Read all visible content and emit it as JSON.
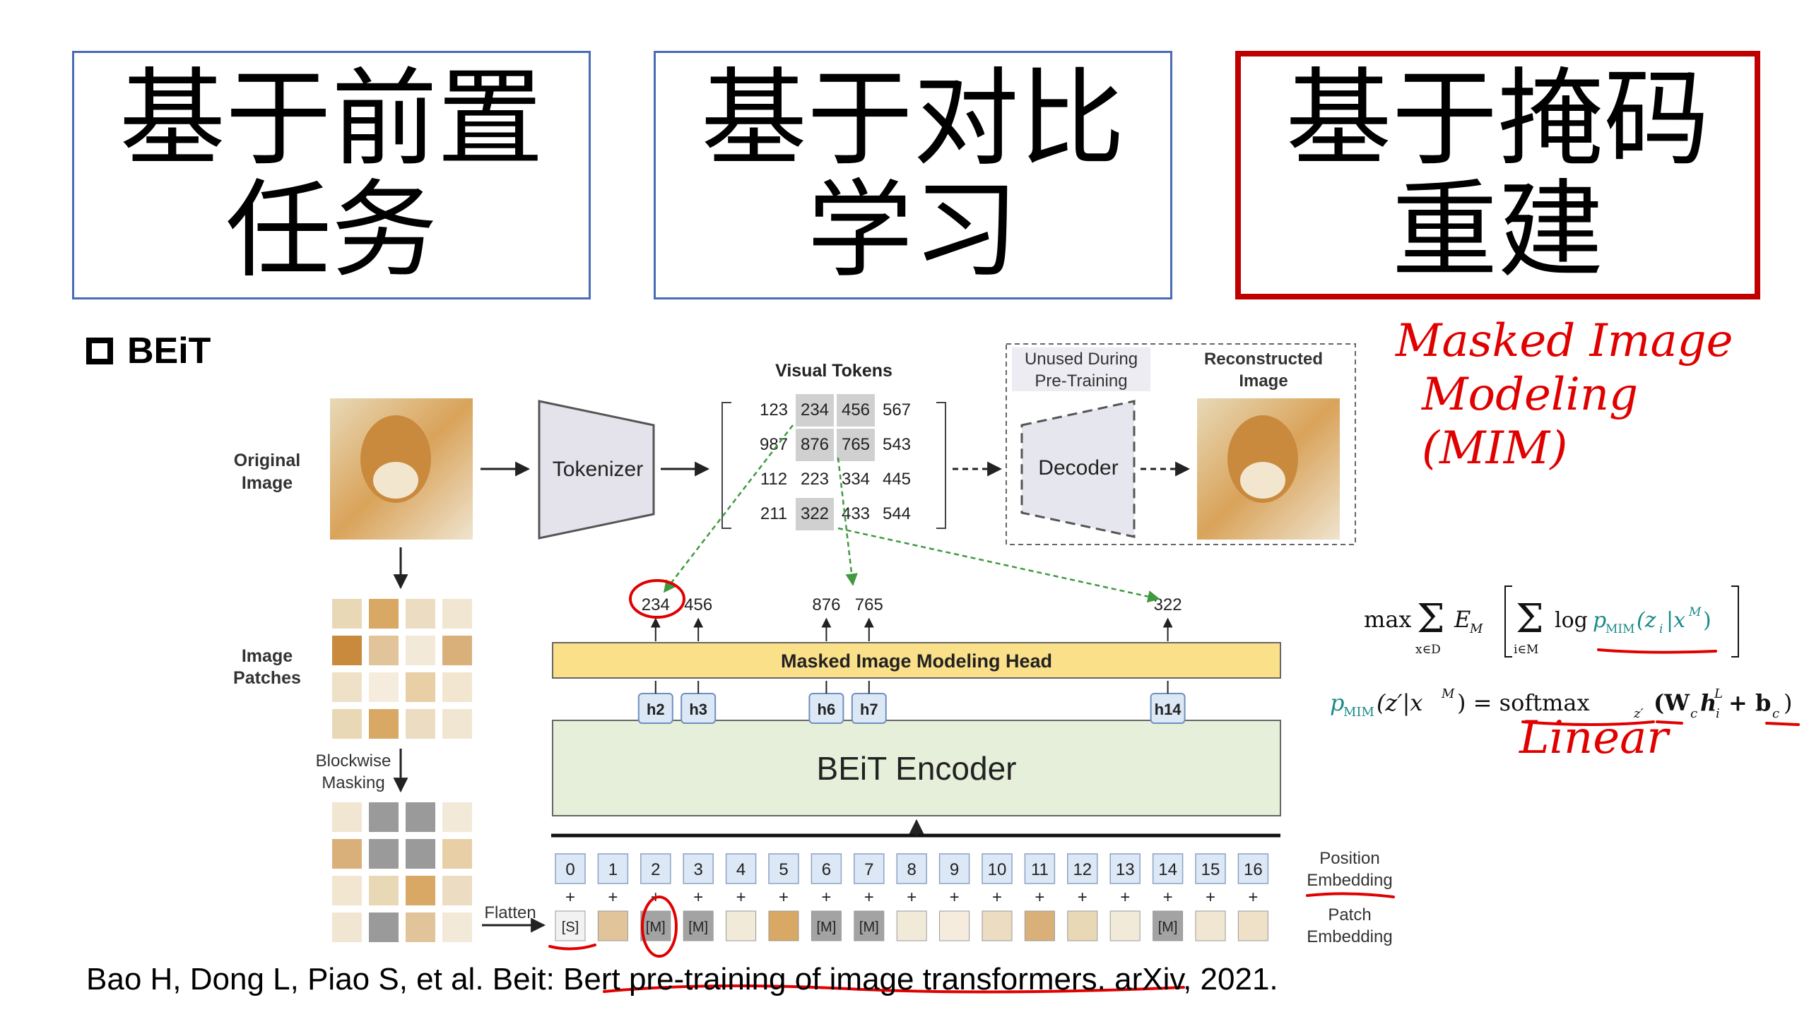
{
  "top_boxes": [
    {
      "text": "基于前置\n任务"
    },
    {
      "text": "基于对比\n学习"
    },
    {
      "text": "基于掩码\n重建"
    }
  ],
  "section": {
    "label": "BEiT"
  },
  "citation": "Bao H, Dong L, Piao S, et al. Beit: Bert pre-training of image transformers. arXiv, 2021.",
  "diagram": {
    "original_image": [
      "Original",
      "Image"
    ],
    "tokenizer": "Tokenizer",
    "visual_tokens_title": "Visual Tokens",
    "token_grid": [
      [
        "123",
        "234",
        "456",
        "567"
      ],
      [
        "987",
        "876",
        "765",
        "543"
      ],
      [
        "112",
        "223",
        "334",
        "445"
      ],
      [
        "211",
        "322",
        "433",
        "544"
      ]
    ],
    "unused_label": [
      "Unused During",
      "Pre-Training"
    ],
    "decoder": "Decoder",
    "reconstructed": [
      "Reconstructed",
      "Image"
    ],
    "image_patches": [
      "Image",
      "Patches"
    ],
    "blockwise": [
      "Blockwise",
      "Masking"
    ],
    "flatten": "Flatten",
    "predicted_tokens": [
      "234",
      "456",
      "876",
      "765",
      "322"
    ],
    "head": "Masked Image Modeling Head",
    "hidden_states": [
      "h2",
      "h3",
      "h6",
      "h7",
      "h14"
    ],
    "encoder": "BEiT Encoder",
    "positions": [
      "0",
      "1",
      "2",
      "3",
      "4",
      "5",
      "6",
      "7",
      "8",
      "9",
      "10",
      "11",
      "12",
      "13",
      "14",
      "15",
      "16"
    ],
    "plus": "+",
    "special_token": "[S]",
    "mask_token": "[M]",
    "position_embedding": [
      "Position",
      "Embedding"
    ],
    "patch_embedding": [
      "Patch",
      "Embedding"
    ]
  },
  "formulas": {
    "objective": "max Σ E  [ Σ log p (z |x ) ]",
    "objective_parts": {
      "max": "max",
      "under_sum1": "x∈D",
      "E": "E",
      "M": "M",
      "under_sum2": "i∈M",
      "log": "log",
      "p": "p",
      "MIM": "MIM",
      "zi": "(z",
      "i": "i",
      "x": "|x",
      "Mx": "M",
      "close": ")"
    },
    "pmim": "p (z′|x ) = softmax (W h + b )",
    "pmim_parts": {
      "p": "p",
      "MIM": "MIM",
      "arg": "(z′|x",
      "M": "M",
      "eq": ") = softmax",
      "sub": "z′",
      "W": "(W",
      "c1": "c",
      "h": "h",
      "L": "L",
      "i": "i",
      "plus": "+ b",
      "c2": "c",
      "close": ")"
    }
  },
  "annotations": {
    "mim": [
      "Masked Image",
      "Modeling",
      "(MIM)"
    ],
    "linear": "Linear"
  },
  "colors": {
    "box_border": "#4a6cb5",
    "highlight": "#c00000",
    "ink": "#e00000",
    "head": "#fbe08a",
    "encoder": "#e6efd9",
    "formula_teal": "#1a8a8a"
  }
}
